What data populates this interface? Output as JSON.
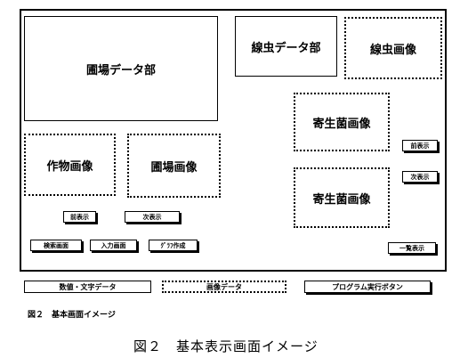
{
  "screen": {
    "field_data_panel": "圃場データ部",
    "nematode_data_panel": "線虫データ部",
    "nematode_image": "線虫画像",
    "parasite_image_1": "寄生菌画像",
    "parasite_image_2": "寄生菌画像",
    "crop_image": "作物画像",
    "field_image": "圃場画像"
  },
  "buttons": {
    "prev_a": "前表示",
    "next_a": "次表示",
    "prev_b": "前表示",
    "next_b": "次表示",
    "search": "検索画面",
    "input": "入力画面",
    "graph": "ｸﾞﾗﾌ作成",
    "list": "一覧表示"
  },
  "legend": {
    "numeric_text": "数値・文字データ",
    "image_data": "画像データ",
    "program_button": "プログラム実行ボタン"
  },
  "captions": {
    "small": "図２　基本画面イメージ",
    "large": "図２　基本表示画面イメージ"
  }
}
